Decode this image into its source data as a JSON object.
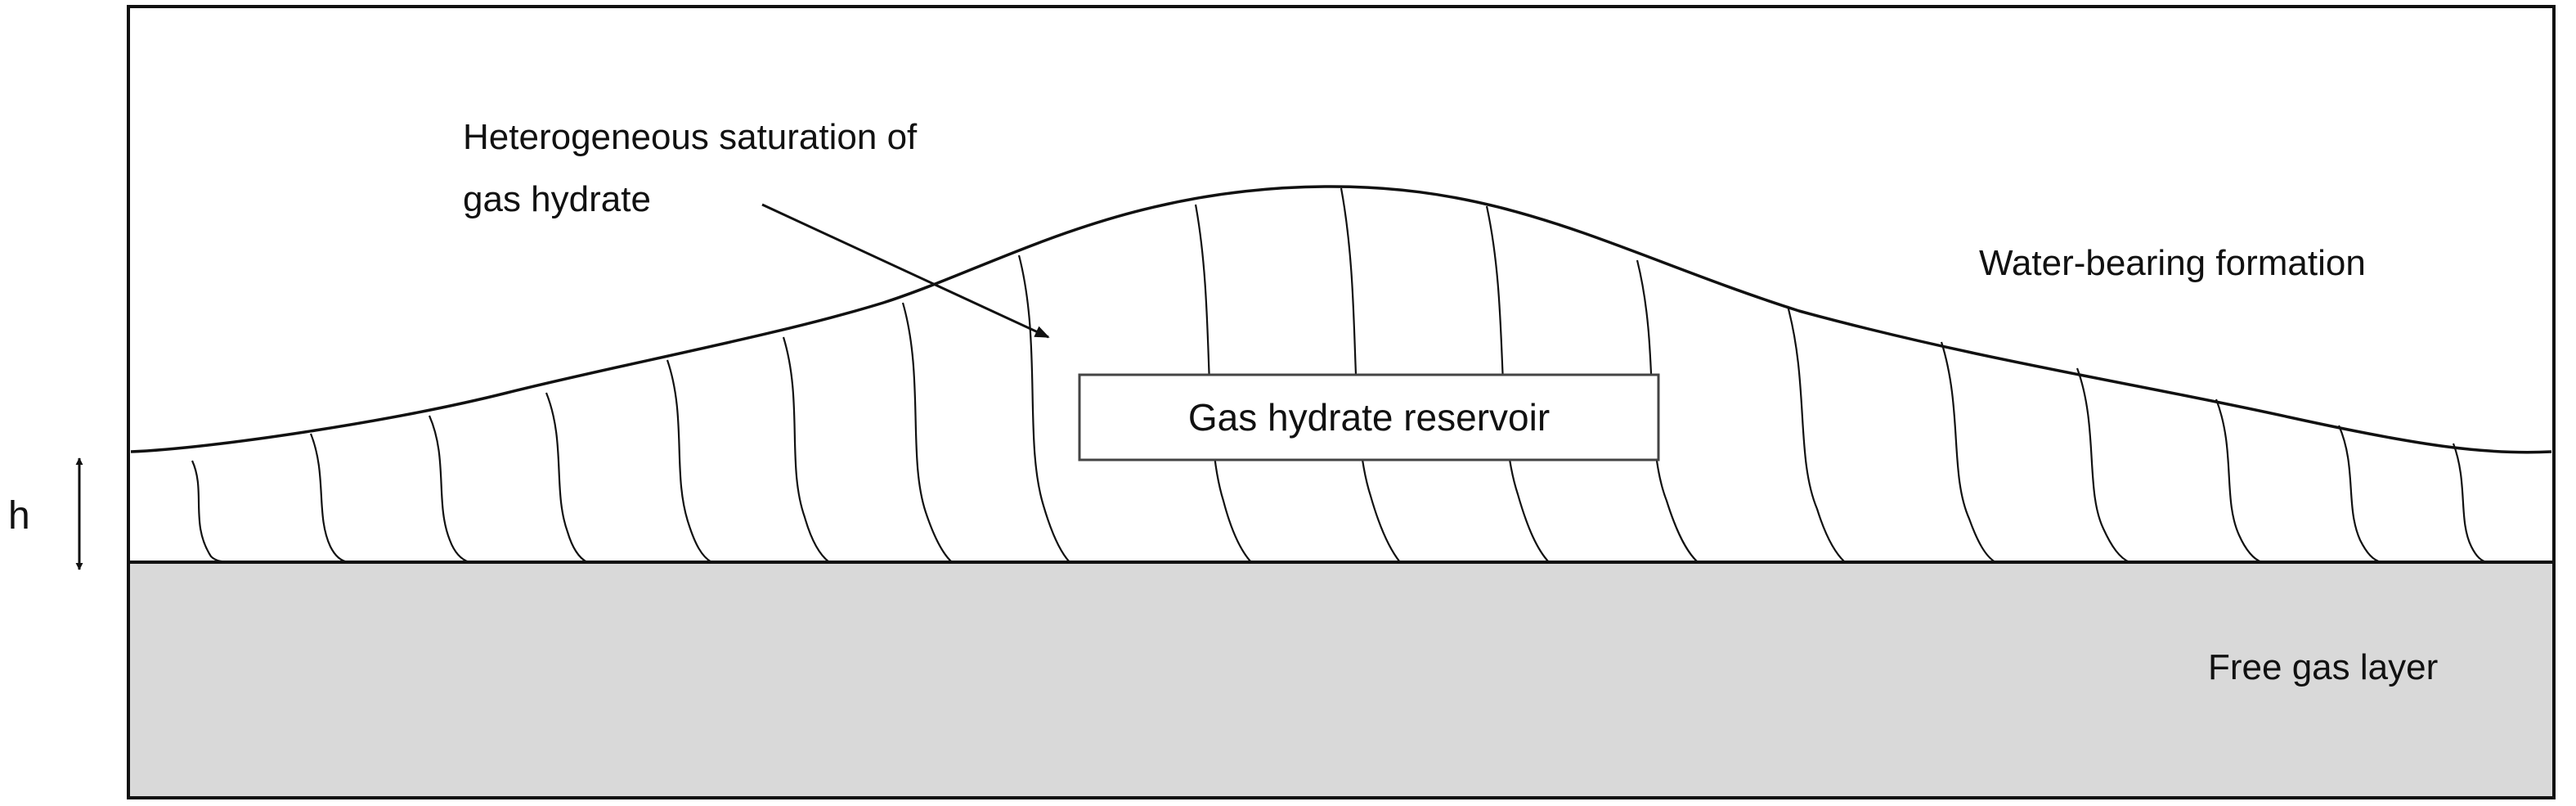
{
  "labels": {
    "heterogeneous_line1": "Heterogeneous saturation of",
    "heterogeneous_line2": "gas hydrate",
    "water_formation": "Water-bearing formation",
    "reservoir": "Gas hydrate reservoir",
    "free_gas": "Free gas layer",
    "thickness": "h"
  },
  "colors": {
    "free_gas_fill": "#d9d9d9",
    "line": "#111111",
    "background": "#ffffff"
  }
}
